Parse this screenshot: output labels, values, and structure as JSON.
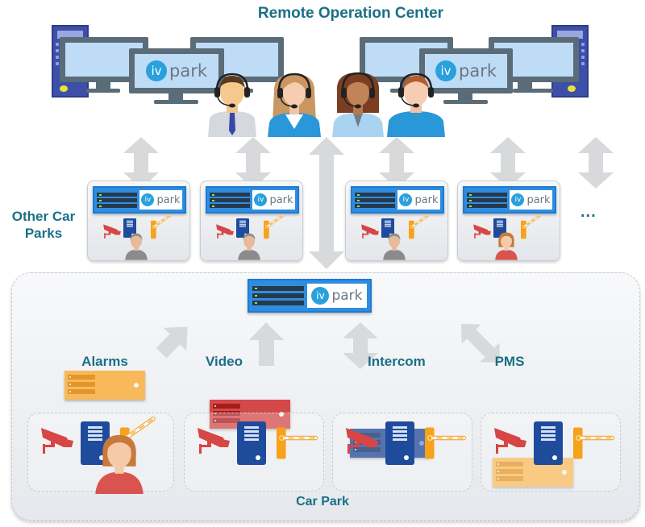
{
  "title": "Remote Operation Center",
  "brand": {
    "logo_mark": "iv",
    "logo_text": "park",
    "primary_color": "#2aa0dc",
    "title_color": "#1a6f86"
  },
  "remote_center": {
    "workstations": [
      {
        "name": "left-workstation",
        "screen_logo": "ivpark"
      },
      {
        "name": "right-workstation",
        "screen_logo": "ivpark"
      }
    ],
    "operators": [
      {
        "name": "operator-man-tie",
        "shirt_color": "#d5d9de"
      },
      {
        "name": "operator-woman-blonde",
        "shirt_color": "#2a97d8"
      },
      {
        "name": "operator-woman-dark",
        "shirt_color": "#a9d3f0"
      },
      {
        "name": "operator-man-redhair",
        "shirt_color": "#2a97d8"
      }
    ]
  },
  "other_car_parks": {
    "label": "Other Car Parks",
    "label_line1": "Other Car",
    "label_line2": "Parks",
    "more_indicator": "...",
    "cards": [
      {
        "server": "ivpark",
        "person": "grey"
      },
      {
        "server": "ivpark",
        "person": "grey"
      },
      {
        "server": "ivpark",
        "person": "grey"
      },
      {
        "server": "ivpark",
        "person": "red"
      }
    ]
  },
  "car_park": {
    "label": "Car Park",
    "central_server": "ivpark",
    "subsystems": [
      {
        "label": "Alarms",
        "color": "#f7b95a",
        "slot_color": "#e2952a"
      },
      {
        "label": "Video",
        "color": "#d34848",
        "slot_color": "#a51d1d"
      },
      {
        "label": "Intercom",
        "color": "#1e4596",
        "slot_color": "#0f2a66"
      },
      {
        "label": "PMS",
        "color": "#f7b95a",
        "slot_color": "#e2952a"
      }
    ],
    "lanes": [
      {
        "devices": [
          "camera",
          "intercom",
          "barrier"
        ],
        "person": true
      },
      {
        "devices": [
          "camera",
          "intercom",
          "barrier"
        ],
        "person": false
      },
      {
        "devices": [
          "camera",
          "intercom",
          "barrier"
        ],
        "person": false
      },
      {
        "devices": [
          "camera",
          "intercom",
          "barrier"
        ],
        "person": false
      }
    ]
  }
}
